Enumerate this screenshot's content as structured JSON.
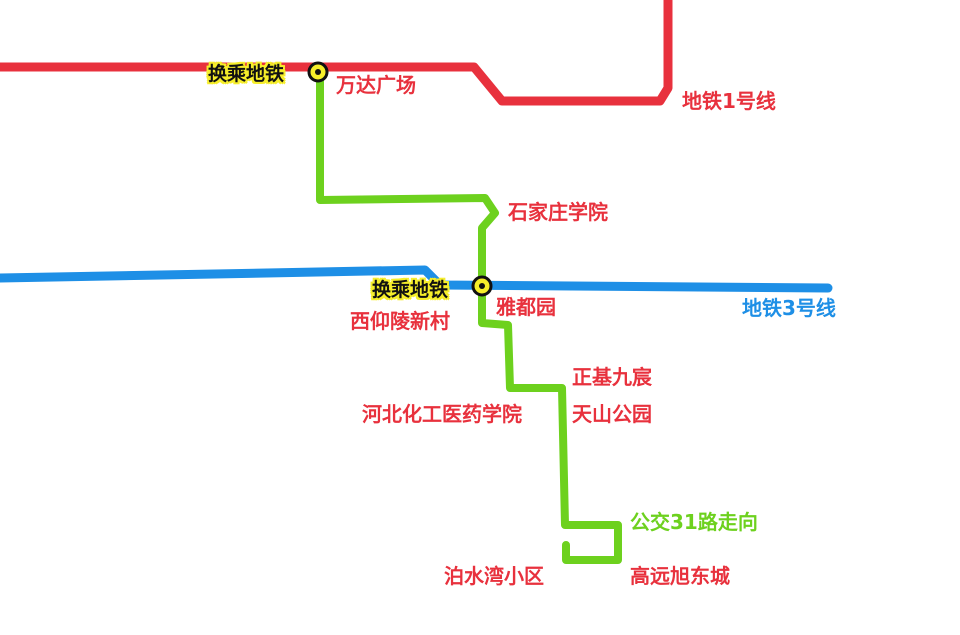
{
  "colors": {
    "metro_line_1": "#e8313d",
    "metro_line_3": "#1e8fe6",
    "bus_route_31": "#6dd11e",
    "transfer_marker": "#f6ee2a",
    "station_text": "#e8313d"
  },
  "lines": {
    "metro_1": "地铁1号线",
    "metro_3": "地铁3号线",
    "bus_31": "公交31路走向"
  },
  "transfers": {
    "wanda": "换乘地铁",
    "xiyang": "换乘地铁"
  },
  "stations": {
    "wanda_plaza": "万达广场",
    "shijiazhuang_college": "石家庄学院",
    "yadu_garden": "雅都园",
    "xiyangling_village": "西仰陵新村",
    "zhengji_jiuchen": "正基九宸",
    "hebei_chem_pharma_college": "河北化工医药学院",
    "tianshan_park": "天山公园",
    "boshuiwan": "泊水湾小区",
    "gaoyuan_xudong": "高远旭东城"
  }
}
